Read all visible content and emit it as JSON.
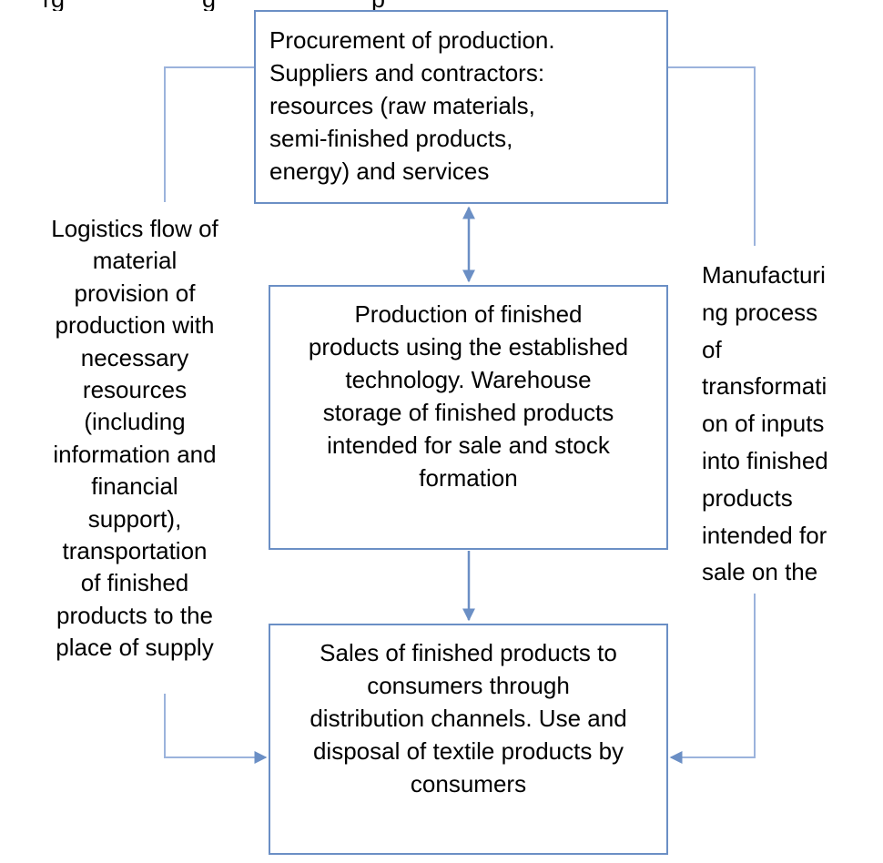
{
  "header_fragment": {
    "left": "rg",
    "middle": "g",
    "right": "p"
  },
  "boxes": {
    "procurement": "Procurement of production.\nSuppliers and contractors:\nresources (raw materials,\nsemi-finished products,\nenergy) and services",
    "production": "Production of finished\nproducts using the established\ntechnology. Warehouse\nstorage of finished products\nintended for sale and stock\nformation",
    "sales": "Sales of finished products to\nconsumers through\ndistribution channels. Use and\ndisposal of textile products by\nconsumers"
  },
  "side_labels": {
    "left": "Logistics flow of\nmaterial\nprovision of\nproduction with\nnecessary\nresources\n(including\ninformation and\nfinancial\nsupport),\ntransportation\nof finished\nproducts to the\nplace of supply",
    "right": "Manufacturi\nng process\nof\ntransformati\non of inputs\ninto finished\nproducts\nintended for\nsale on the"
  },
  "colors": {
    "connector": "#6b8fc5",
    "connector_light": "#9bb3dc"
  }
}
